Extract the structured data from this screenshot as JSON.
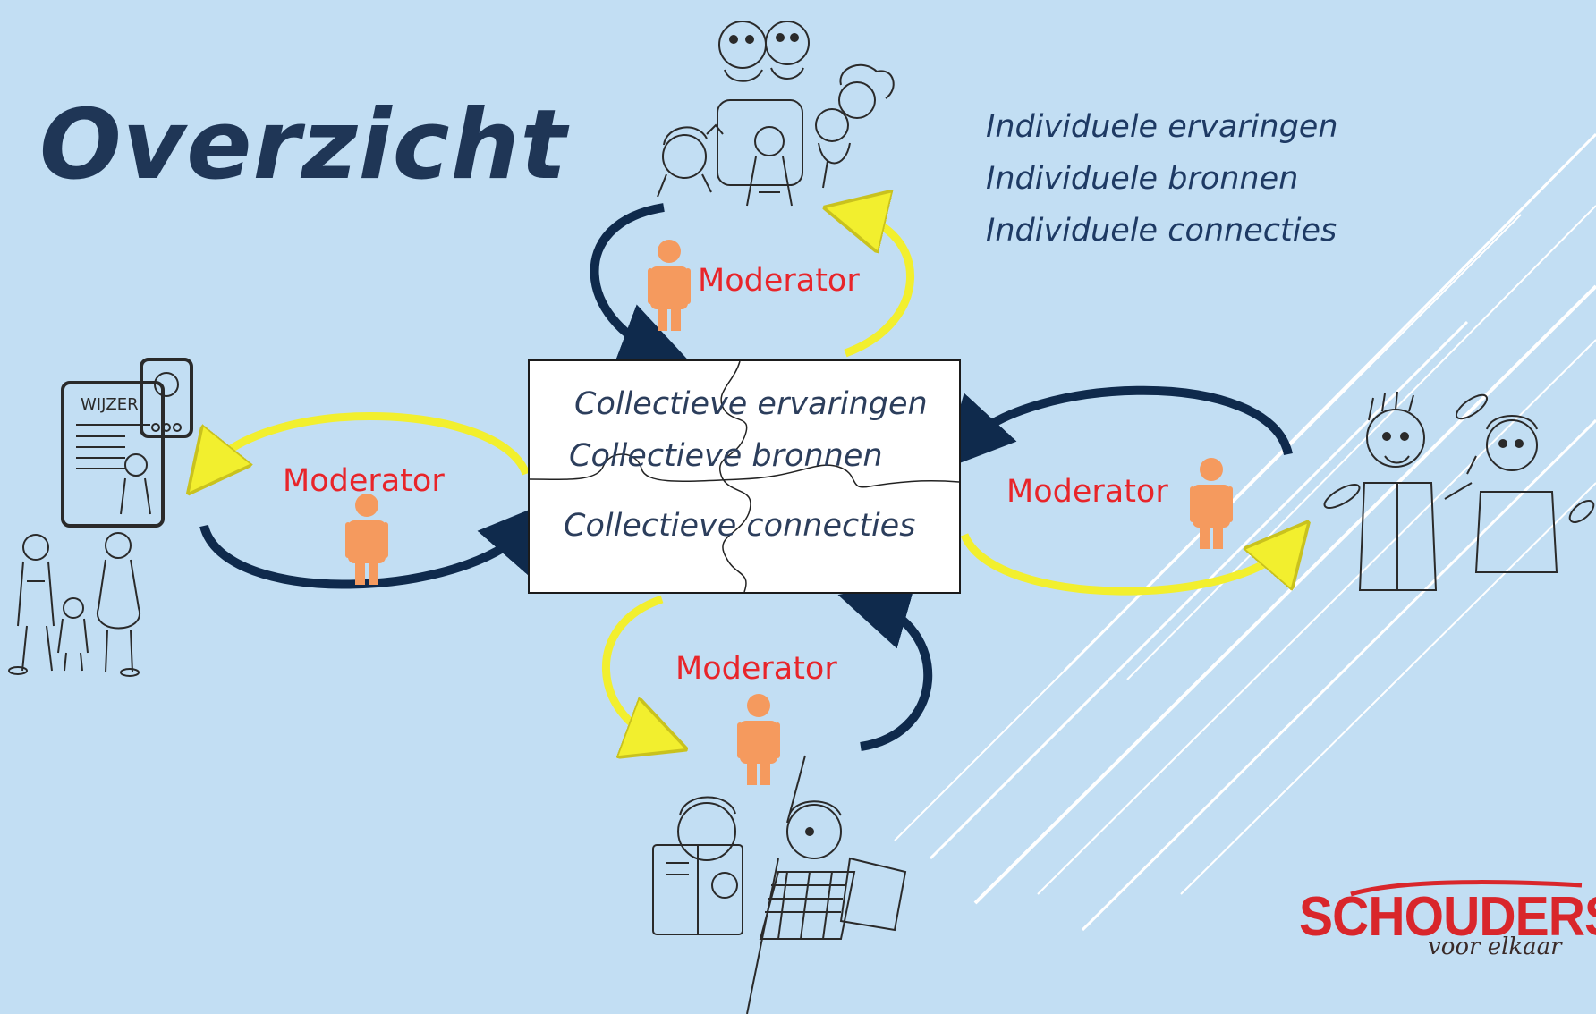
{
  "title": "Overzicht",
  "individual_items": [
    "Individuele ervaringen",
    "Individuele bronnen",
    "Individuele connecties"
  ],
  "collective_items": [
    "Collectieve ervaringen",
    "Collectieve bronnen",
    "Collectieve connecties"
  ],
  "moderator_label": "Moderator",
  "logo": {
    "main": "SCHOUDERS",
    "sub": "voor elkaar"
  },
  "colors": {
    "background": "#c2def3",
    "title": "#1f3656",
    "navy_arrow": "#0f2a4c",
    "yellow_arrow": "#f2ef2e",
    "moderator_text": "#e8252a",
    "moderator_icon": "#f59a5e"
  },
  "icons": [
    "person-icon",
    "family-sketch-icon",
    "teens-sketch-icon",
    "men-sketch-icon",
    "readers-sketch-icon"
  ]
}
